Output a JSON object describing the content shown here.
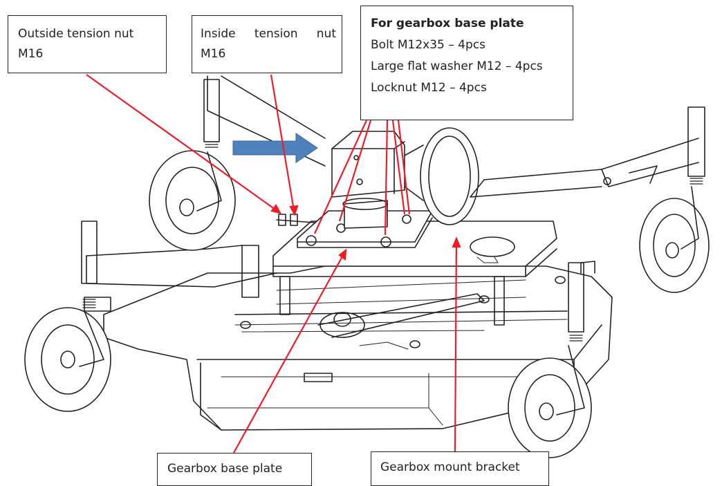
{
  "callouts": {
    "outside_tension_nut": {
      "line1": "Outside tension nut",
      "line2": "M16"
    },
    "inside_tension_nut": {
      "line1": "Inside tension nut",
      "line2": "M16"
    },
    "gearbox_base_plate_hardware": {
      "heading": "For gearbox base plate",
      "items": [
        "Bolt M12x35 – 4pcs",
        "Large flat washer M12 – 4pcs",
        "Locknut M12 – 4pcs"
      ]
    },
    "gearbox_base_plate": {
      "label": "Gearbox base plate"
    },
    "gearbox_mount_bracket": {
      "label": "Gearbox mount bracket"
    }
  },
  "colors": {
    "leader_line": "#ee1c25",
    "direction_arrow": "#4f81bd",
    "outline": "#222222"
  }
}
